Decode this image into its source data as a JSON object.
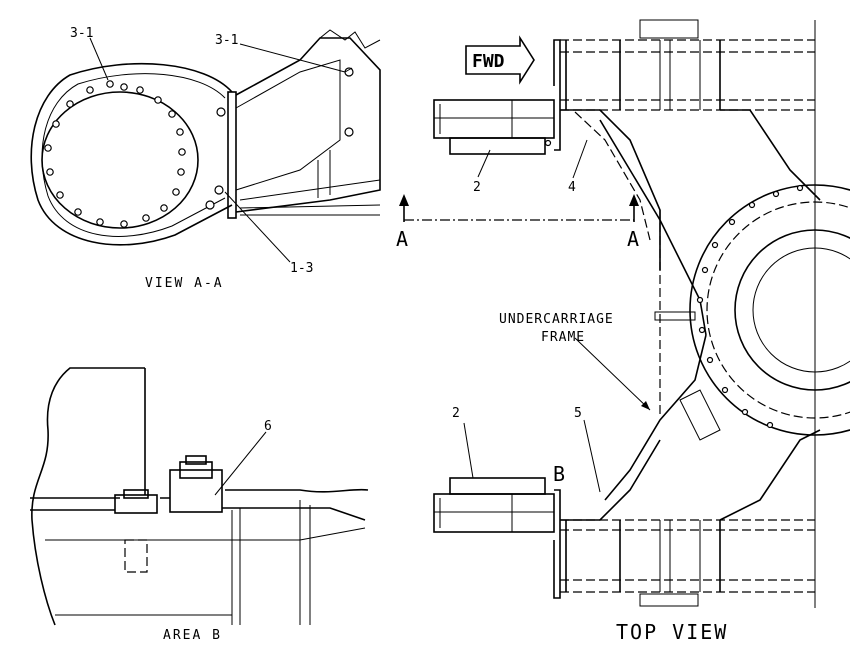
{
  "views": {
    "view_aa": "VIEW A-A",
    "area_b": "AREA B",
    "top_view": "TOP VIEW"
  },
  "callouts": {
    "c3_1_left": "3-1",
    "c3_1_right": "3-1",
    "c1_3": "1-3",
    "c6": "6",
    "c2_top": "2",
    "c4": "4",
    "c2_bottom": "2",
    "c5": "5"
  },
  "markers": {
    "fwd": "FWD",
    "section_a_left": "A",
    "section_a_right": "A",
    "area_b": "B"
  },
  "notes": {
    "undercarriage_line1": "UNDERCARRIAGE",
    "undercarriage_line2": "FRAME"
  }
}
